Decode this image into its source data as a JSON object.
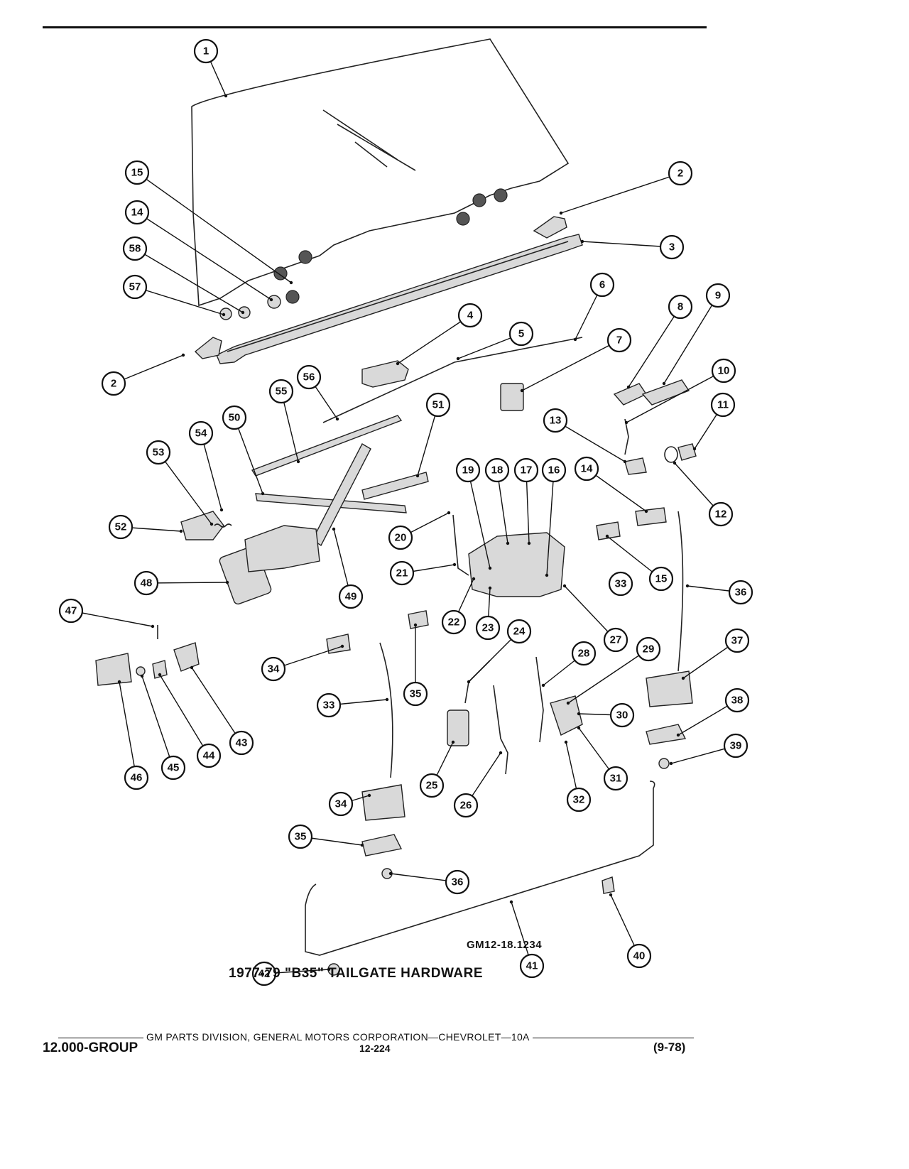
{
  "figure": {
    "code": "GM12-18.1234",
    "title": "1977-79 \"B35\" TAILGATE HARDWARE"
  },
  "footer": {
    "division_line": "GM PARTS DIVISION, GENERAL MOTORS CORPORATION—CHEVROLET—10A",
    "group": "12.000-GROUP",
    "page": "12-224",
    "date": "(9-78)"
  },
  "callouts": [
    "1",
    "2",
    "2",
    "3",
    "4",
    "5",
    "6",
    "7",
    "8",
    "9",
    "10",
    "11",
    "12",
    "13",
    "14",
    "15",
    "16",
    "17",
    "18",
    "19",
    "20",
    "21",
    "22",
    "23",
    "24",
    "25",
    "26",
    "27",
    "28",
    "29",
    "30",
    "31",
    "32",
    "33",
    "34",
    "35",
    "36",
    "37",
    "38",
    "39",
    "40",
    "41",
    "42",
    "43",
    "44",
    "45",
    "46",
    "47",
    "48",
    "49",
    "50",
    "51",
    "52",
    "53",
    "54",
    "55",
    "56",
    "57",
    "58",
    "14",
    "15",
    "33",
    "34",
    "35",
    "36"
  ]
}
